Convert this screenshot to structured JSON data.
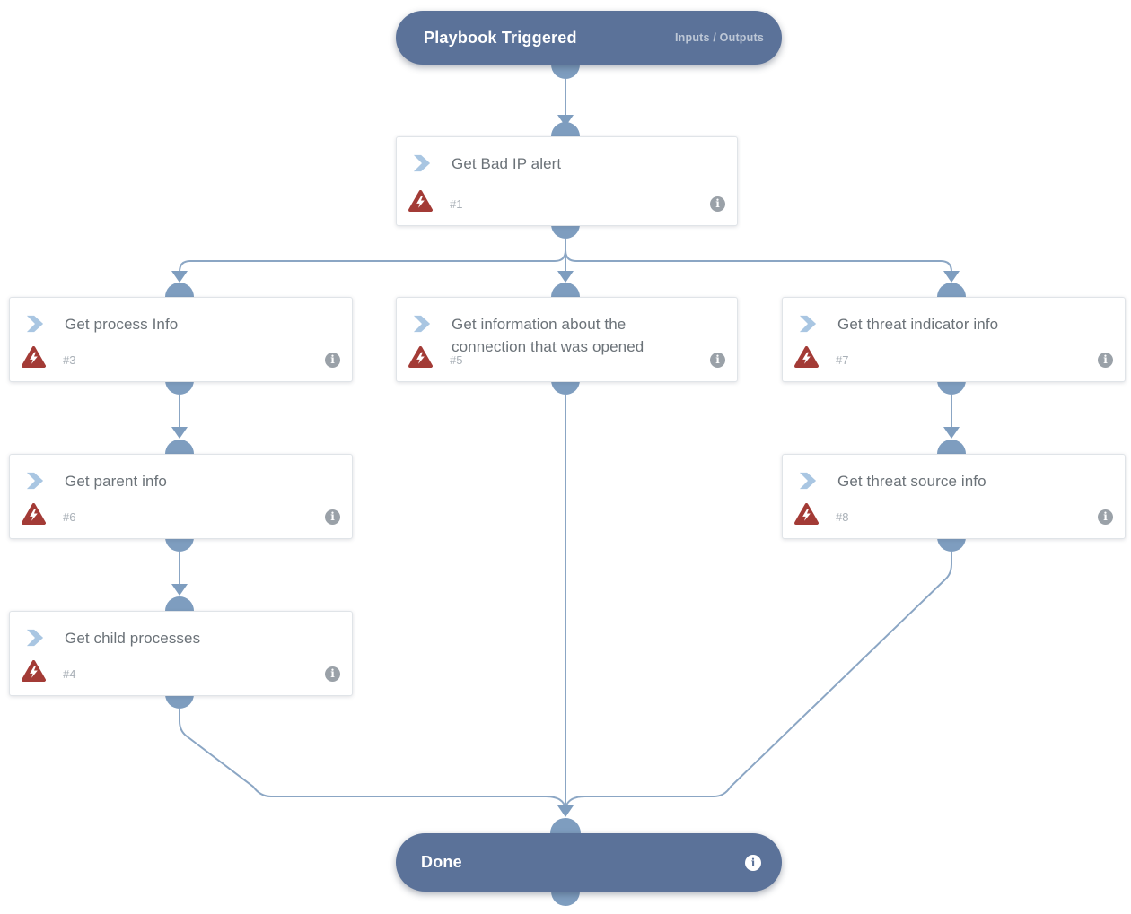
{
  "trigger": {
    "title": "Playbook Triggered",
    "io_link": "Inputs / Outputs"
  },
  "tasks": [
    {
      "id": "#1",
      "title": "Get Bad IP alert"
    },
    {
      "id": "#3",
      "title": "Get process Info"
    },
    {
      "id": "#5",
      "title": "Get information about the connection that was opened"
    },
    {
      "id": "#7",
      "title": "Get threat indicator info"
    },
    {
      "id": "#6",
      "title": "Get parent info"
    },
    {
      "id": "#8",
      "title": "Get threat source info"
    },
    {
      "id": "#4",
      "title": "Get child processes"
    }
  ],
  "end_node": {
    "title": "Done"
  },
  "edges": [
    {
      "from": "Playbook Triggered",
      "to": "#1"
    },
    {
      "from": "#1",
      "to": "#3"
    },
    {
      "from": "#1",
      "to": "#5"
    },
    {
      "from": "#1",
      "to": "#7"
    },
    {
      "from": "#3",
      "to": "#6"
    },
    {
      "from": "#6",
      "to": "#4"
    },
    {
      "from": "#7",
      "to": "#8"
    },
    {
      "from": "#4",
      "to": "Done"
    },
    {
      "from": "#5",
      "to": "Done"
    },
    {
      "from": "#8",
      "to": "Done"
    }
  ],
  "icons": {
    "task_type": "chevron-right-icon",
    "task_status": "error-warning-triangle-icon",
    "details": "info-icon"
  },
  "colors": {
    "pill_blue": "#5b7299",
    "port_blue": "#7e9dbf",
    "wire_blue": "#8ba6c4",
    "chevron_blue": "#a9c6e2",
    "error_red": "#a33b36",
    "title_gray": "#6b7278",
    "id_gray": "#a9b0b7",
    "info_gray": "#9aa1a8"
  }
}
